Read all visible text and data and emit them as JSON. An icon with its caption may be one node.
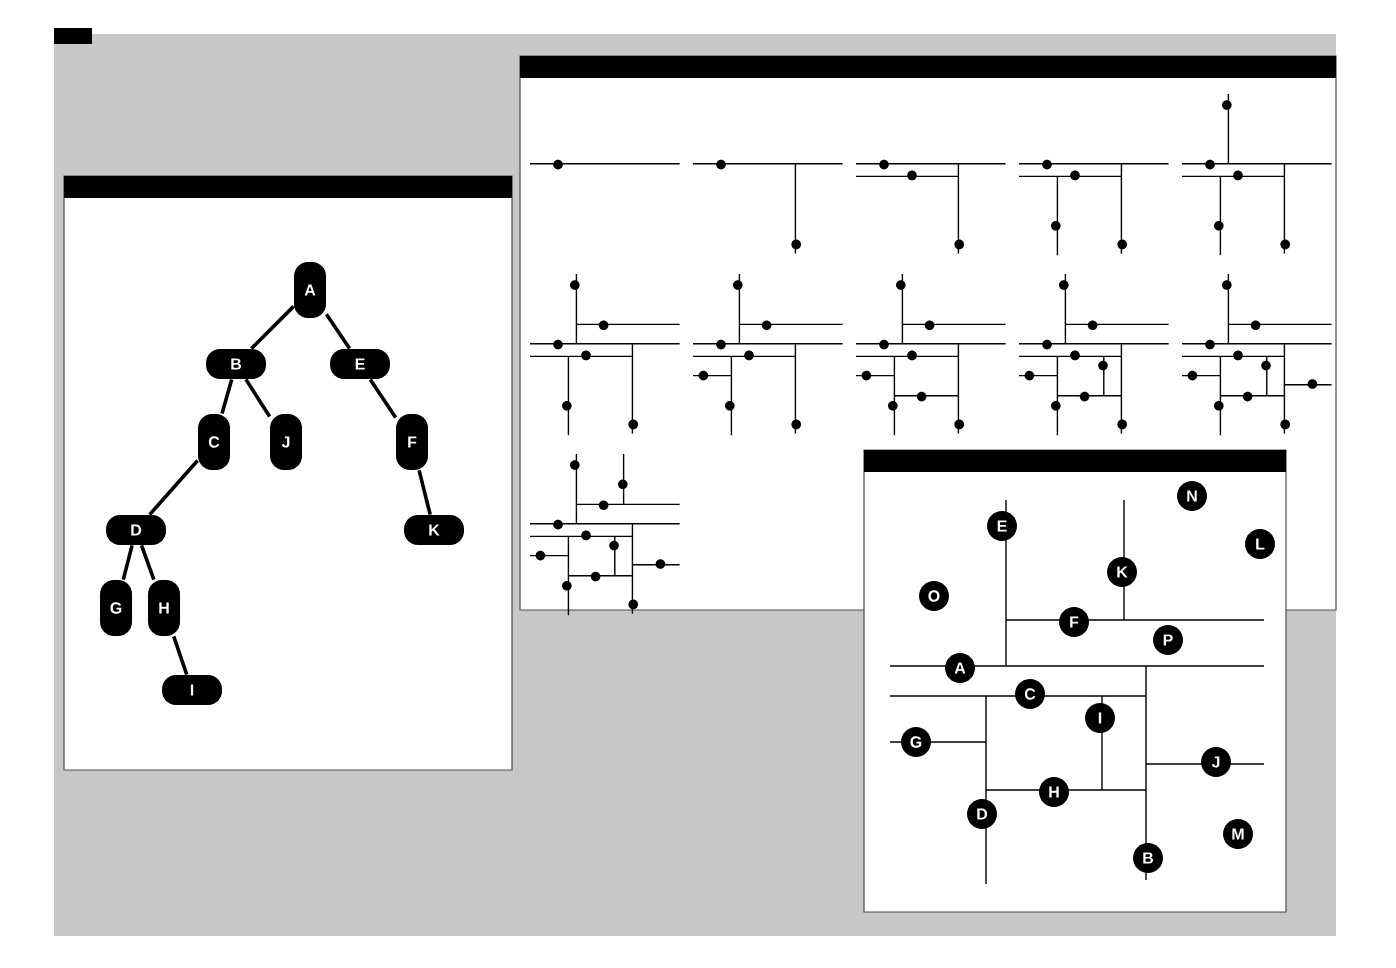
{
  "diagram": {
    "nodes": [
      {
        "text": [
          "A"
        ]
      },
      {
        "text": [
          "B"
        ]
      },
      {
        "text": [
          "E"
        ]
      },
      {
        "text": [
          "C"
        ]
      },
      {
        "text": [
          "J"
        ]
      },
      {
        "text": [
          "F"
        ]
      },
      {
        "text": [
          "D"
        ]
      },
      {
        "text": [
          "K"
        ]
      },
      {
        "text": [
          "G"
        ]
      },
      {
        "text": [
          "H"
        ]
      },
      {
        "text": [
          "I"
        ]
      },
      {
        "text": [
          "E"
        ]
      },
      {
        "text": [
          "N"
        ]
      },
      {
        "text": [
          "L"
        ]
      },
      {
        "text": [
          "K"
        ]
      },
      {
        "text": [
          "O"
        ]
      },
      {
        "text": [
          "F"
        ]
      },
      {
        "text": [
          "P"
        ]
      },
      {
        "text": [
          "A"
        ]
      },
      {
        "text": [
          "C"
        ]
      },
      {
        "text": [
          "I"
        ]
      },
      {
        "text": [
          "G"
        ]
      },
      {
        "text": [
          "J"
        ]
      },
      {
        "text": [
          "H"
        ]
      },
      {
        "text": [
          "D"
        ]
      },
      {
        "text": [
          "M"
        ]
      },
      {
        "text": [
          "B"
        ]
      }
    ],
    "edges": [
      {
        "from": 0,
        "to": 1,
        "arrow": "none"
      },
      {
        "from": 0,
        "to": 2,
        "arrow": "none"
      },
      {
        "from": 1,
        "to": 3,
        "arrow": "none"
      },
      {
        "from": 1,
        "to": 4,
        "arrow": "none"
      },
      {
        "from": 2,
        "to": 5,
        "arrow": "none"
      },
      {
        "from": 3,
        "to": 6,
        "arrow": "none"
      },
      {
        "from": 5,
        "to": 7,
        "arrow": "none"
      },
      {
        "from": 6,
        "to": 8,
        "arrow": "none"
      },
      {
        "from": 6,
        "to": 9,
        "arrow": "none"
      },
      {
        "from": 9,
        "to": 10,
        "arrow": "none"
      }
    ]
  }
}
